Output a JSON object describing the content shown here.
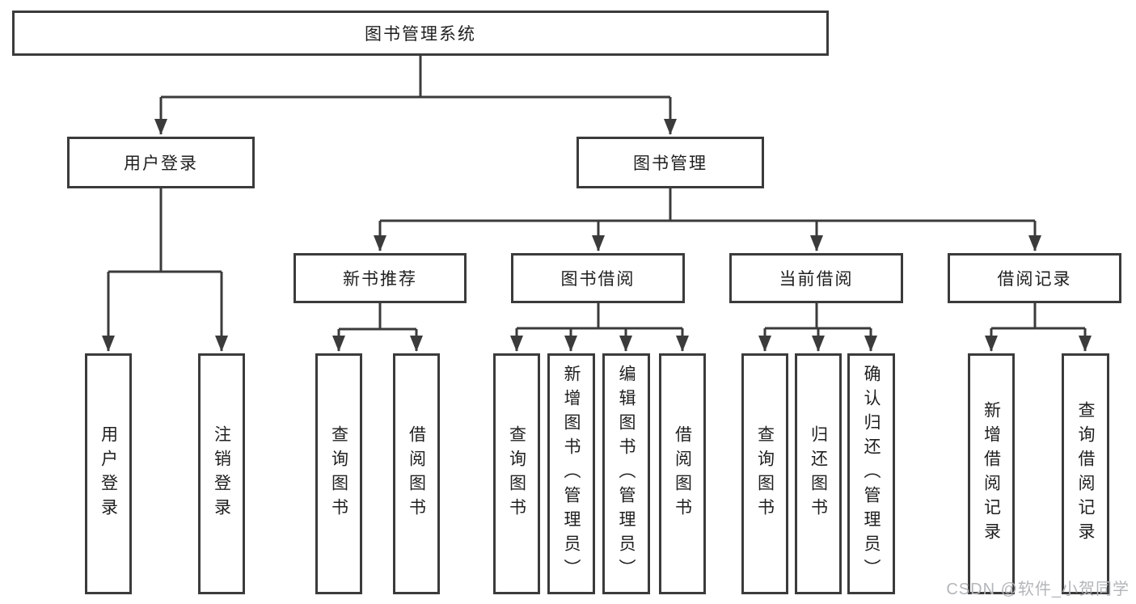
{
  "tree": {
    "root": {
      "label": "图书管理系统"
    },
    "branches": [
      {
        "label": "用户登录",
        "children": [
          {
            "label": "用户登录"
          },
          {
            "label": "注销登录"
          }
        ]
      },
      {
        "label": "图书管理",
        "children": [
          {
            "label": "新书推荐",
            "children": [
              {
                "label": "查询图书"
              },
              {
                "label": "借阅图书"
              }
            ]
          },
          {
            "label": "图书借阅",
            "children": [
              {
                "label": "查询图书"
              },
              {
                "label": "新增图书（管理员）"
              },
              {
                "label": "编辑图书（管理员）"
              },
              {
                "label": "借阅图书"
              }
            ]
          },
          {
            "label": "当前借阅",
            "children": [
              {
                "label": "查询图书"
              },
              {
                "label": "归还图书"
              },
              {
                "label": "确认归还（管理员）"
              }
            ]
          },
          {
            "label": "借阅记录",
            "children": [
              {
                "label": "新增借阅记录"
              },
              {
                "label": "查询借阅记录"
              }
            ]
          }
        ]
      }
    ]
  },
  "watermark": {
    "text": "CSDN @软件_小贺同学"
  },
  "colors": {
    "line": "#3b3b3b",
    "border": "#3b3b3b",
    "text": "#1f1f1f",
    "background": "#ffffff",
    "watermark": "#b3b6ba"
  }
}
